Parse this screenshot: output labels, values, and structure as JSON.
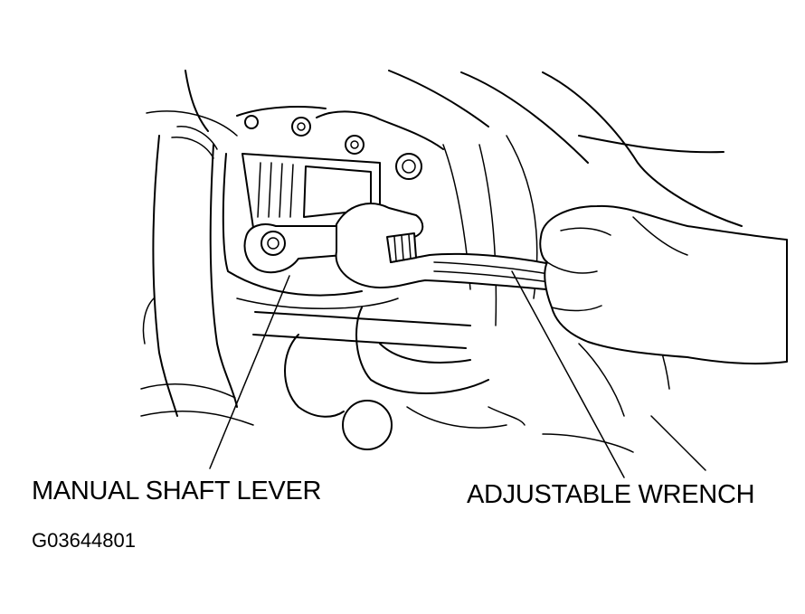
{
  "figure": {
    "callouts": {
      "manual_shaft_lever": "MANUAL SHAFT LEVER",
      "adjustable_wrench": "ADJUSTABLE WRENCH"
    },
    "figure_code": "G03644801"
  },
  "colors": {
    "ink": "#000000",
    "background": "#ffffff"
  }
}
